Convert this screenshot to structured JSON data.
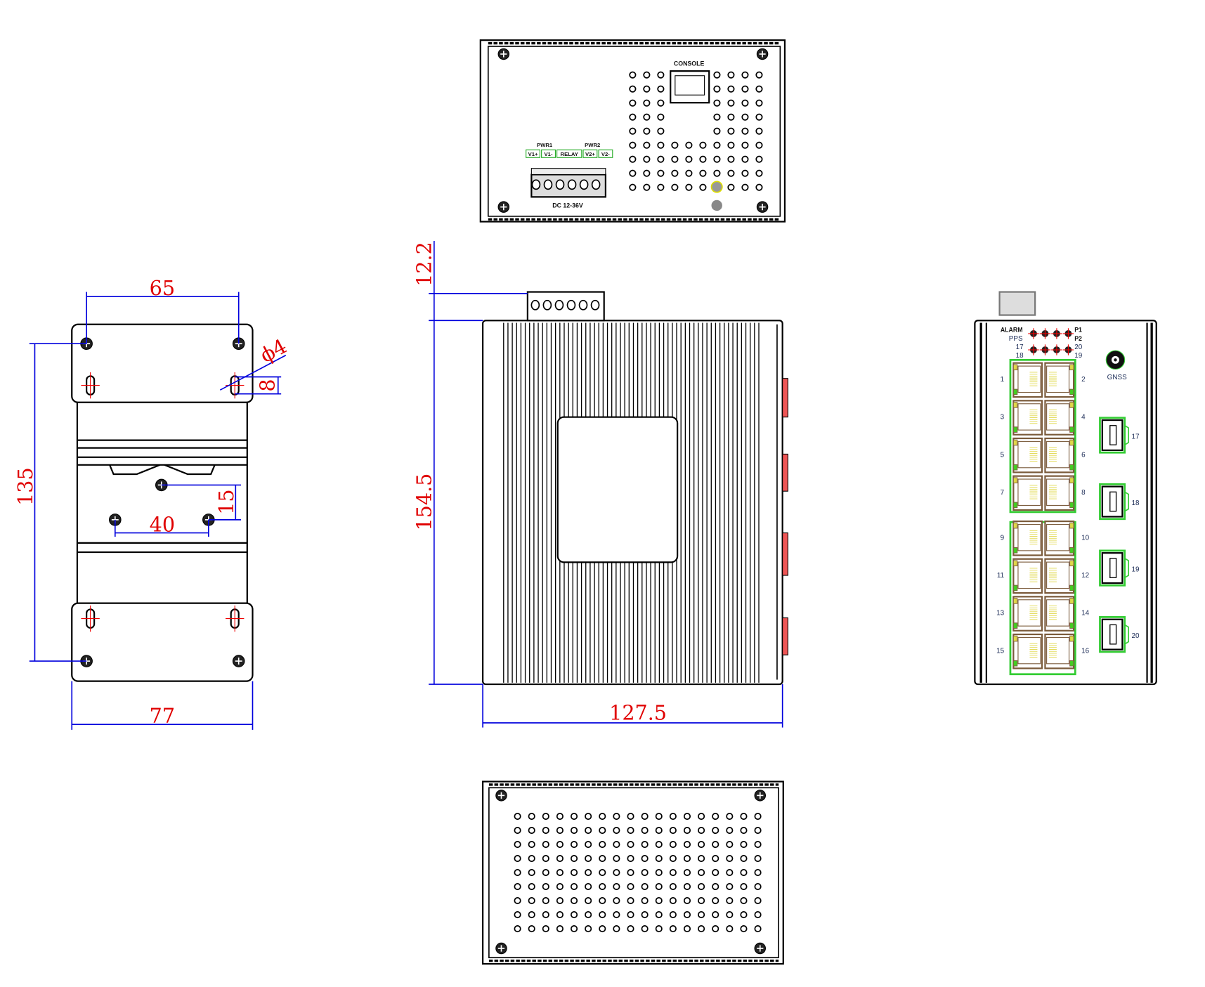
{
  "colors": {
    "dimension_line": "#0000dd",
    "dimension_text": "#e00000",
    "port_frame": "#33cc33",
    "led_yellow": "#e0d84a"
  },
  "left_view": {
    "dim_width_holes": "65",
    "dim_hole_dia": "ϕ4",
    "dim_slot": "8",
    "dim_height_holes": "135",
    "dim_screw_v": "15",
    "dim_screw_h": "40",
    "dim_width": "77"
  },
  "center_view": {
    "dim_terminal": "12.2",
    "dim_height": "154.5",
    "dim_depth": "127.5"
  },
  "top_view": {
    "console": "CONSOLE",
    "pwr1": "PWR1",
    "pwr2": "PWR2",
    "terminals": [
      "V1+",
      "V1-",
      "RELAY",
      "V2+",
      "V2-"
    ],
    "voltage": "DC 12-36V"
  },
  "front_view": {
    "alarm": "ALARM",
    "pps": "PPS",
    "p1": "P1",
    "p2": "P2",
    "led17": "17",
    "led18": "18",
    "led20": "20",
    "led19": "19",
    "gnss": "GNSS",
    "rj45_ports": [
      "1",
      "2",
      "3",
      "4",
      "5",
      "6",
      "7",
      "8",
      "9",
      "10",
      "11",
      "12",
      "13",
      "14",
      "15",
      "16"
    ],
    "sfp_ports": [
      "17",
      "18",
      "19",
      "20"
    ]
  }
}
